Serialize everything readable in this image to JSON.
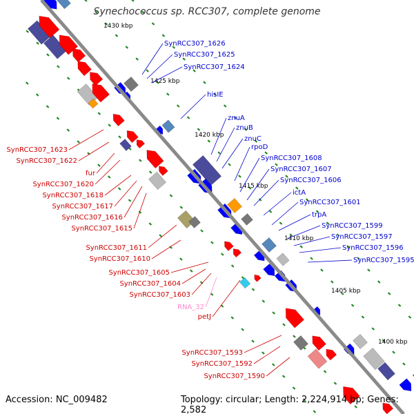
{
  "title": "Synechococcus sp. RCC307, complete genome",
  "footer": {
    "accession": "Accession: NC_009482",
    "summary": "Topology: circular; Length: 2,224,914 bp; Genes: 2,582"
  },
  "colors": {
    "backbone": "#8a8a8a",
    "red_label": "#cc0000",
    "blue_label": "#0000cc",
    "rna_label": "#ff88cc",
    "forward_cds": "#0000ff",
    "reverse_cds": "#ff0000",
    "tick": "#228822",
    "cog_purple": "#4b4b9b",
    "cog_gray": "#777777",
    "cog_orange": "#ff9900",
    "cog_olive": "#aaa066",
    "cog_lightgray": "#bbbbbb",
    "cog_steel": "#5588bb",
    "cog_cyan": "#33ccee",
    "cog_pink": "#ee8888"
  },
  "scale": [
    {
      "label": "1430 kbp"
    },
    {
      "label": "1425 kbp"
    },
    {
      "label": "1420 kbp"
    },
    {
      "label": "1415 kbp"
    },
    {
      "label": "1410 kbp"
    },
    {
      "label": "1405 kbp"
    },
    {
      "label": "1400 kbp"
    }
  ],
  "labels_right": [
    {
      "text": "SynRCC307_1626"
    },
    {
      "text": "SynRCC307_1625"
    },
    {
      "text": "SynRCC307_1624"
    },
    {
      "text": "hisIE"
    },
    {
      "text": "znuA"
    },
    {
      "text": "znuB"
    },
    {
      "text": "znuC"
    },
    {
      "text": "rpoD"
    },
    {
      "text": "SynRCC307_1608"
    },
    {
      "text": "SynRCC307_1607"
    },
    {
      "text": "SynRCC307_1606"
    },
    {
      "text": "ictA"
    },
    {
      "text": "SynRCC307_1601"
    },
    {
      "text": "trpA"
    },
    {
      "text": "SynRCC307_1599"
    },
    {
      "text": "SynRCC307_1597"
    },
    {
      "text": "SynRCC307_1596"
    },
    {
      "text": "SynRCC307_1595"
    }
  ],
  "labels_left": [
    {
      "text": "SynRCC307_1623"
    },
    {
      "text": "SynRCC307_1622"
    },
    {
      "text": "fur"
    },
    {
      "text": "SynRCC307_1620"
    },
    {
      "text": "SynRCC307_1618"
    },
    {
      "text": "SynRCC307_1617"
    },
    {
      "text": "SynRCC307_1616"
    },
    {
      "text": "SynRCC307_1615"
    },
    {
      "text": "SynRCC307_1611"
    },
    {
      "text": "SynRCC307_1610"
    },
    {
      "text": "SynRCC307_1605"
    },
    {
      "text": "SynRCC307_1604"
    },
    {
      "text": "SynRCC307_1603"
    },
    {
      "text": "RNA_32"
    },
    {
      "text": "petJ"
    },
    {
      "text": "SynRCC307_1593"
    },
    {
      "text": "SynRCC307_1592"
    },
    {
      "text": "SynRCC307_1590"
    }
  ]
}
